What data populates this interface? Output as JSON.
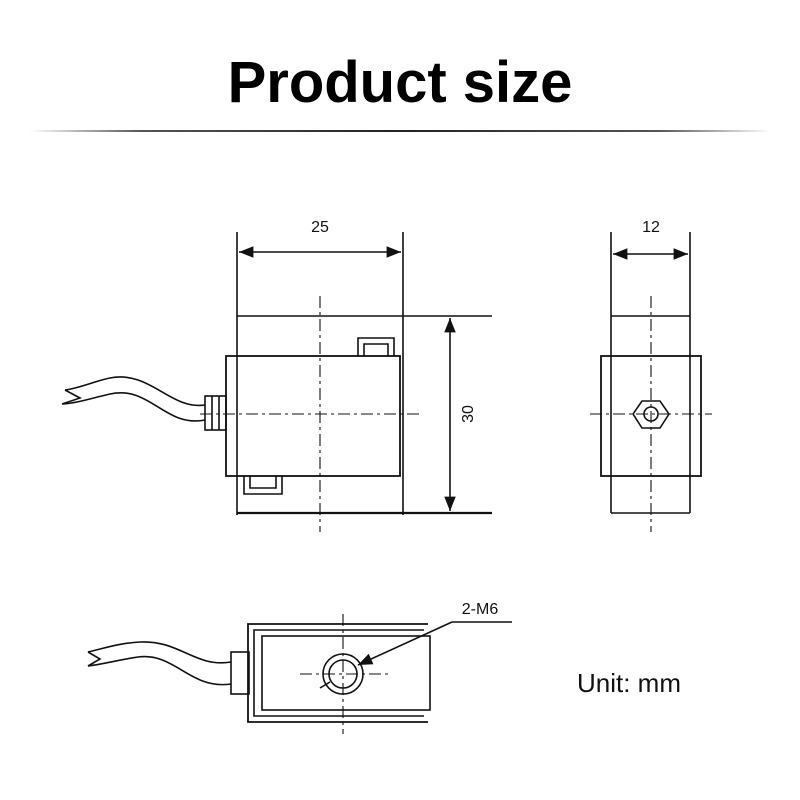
{
  "title": "Product size",
  "unit": "Unit: mm",
  "dimensions": {
    "width": "25",
    "depth": "12",
    "height": "30",
    "thread": "2-M6"
  },
  "colors": {
    "line": "#111111",
    "text": "#000000",
    "background": "#ffffff"
  }
}
